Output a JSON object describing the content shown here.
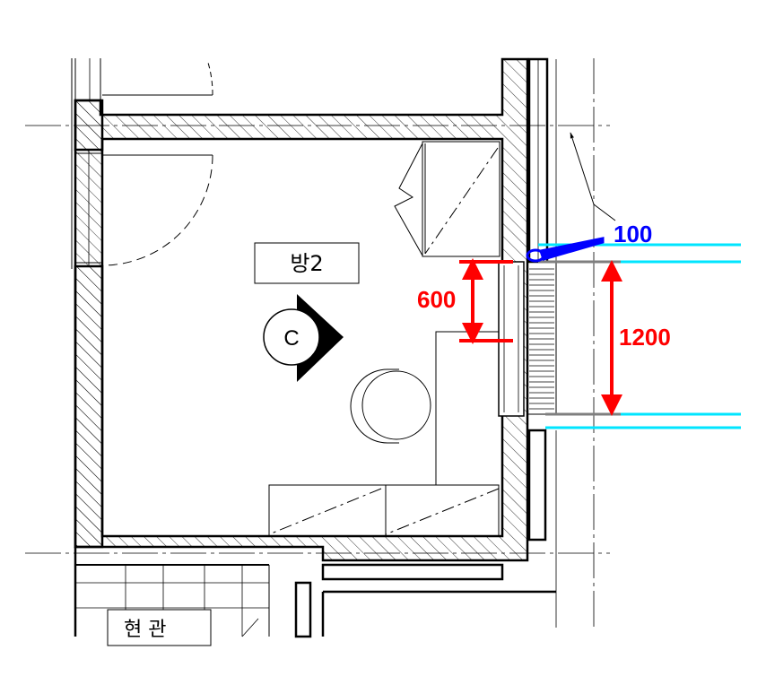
{
  "plan": {
    "room_label": "방2",
    "camera_label": "C",
    "lower_room_label": "현 관"
  },
  "dimensions": {
    "d600": "600",
    "d1200": "1200",
    "d100": "100"
  },
  "colors": {
    "red_dimension": "#ff0000",
    "blue_dimension": "#0000ff",
    "cyan_guides": "#00e5ff",
    "wall_line": "#000000"
  }
}
